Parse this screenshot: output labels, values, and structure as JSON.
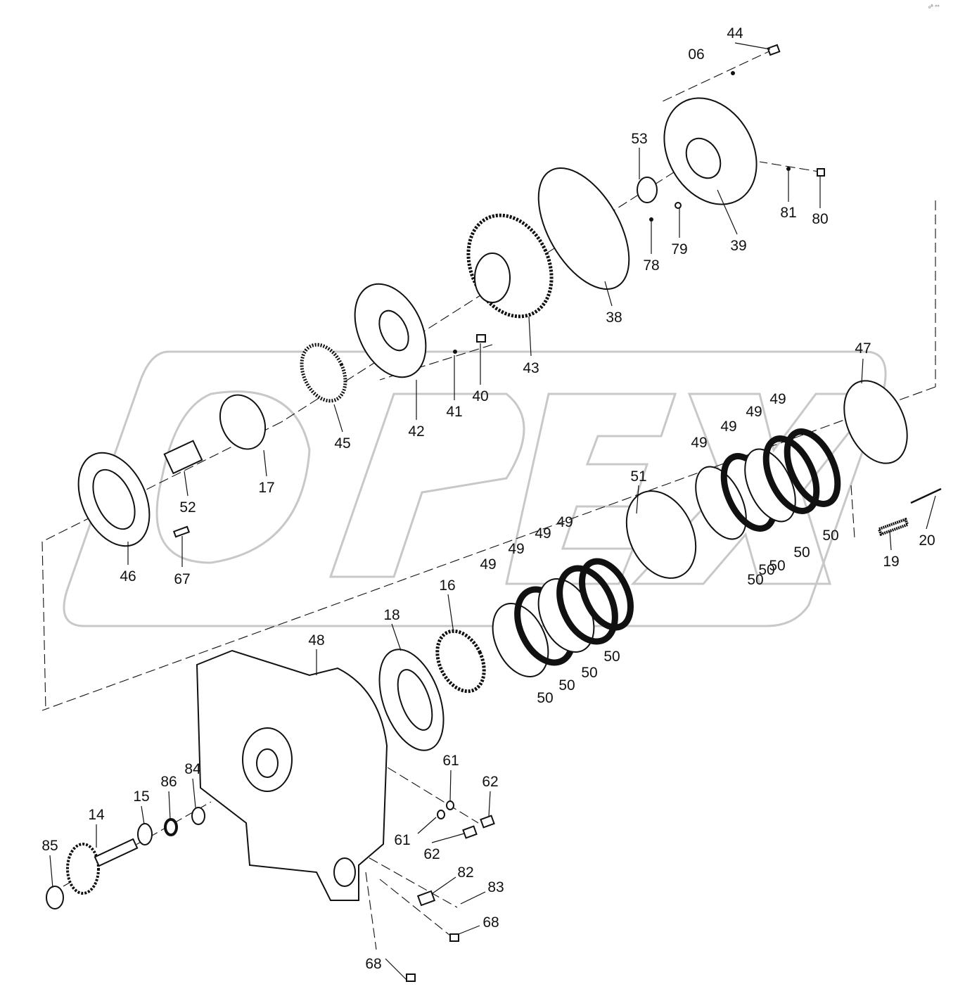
{
  "watermark": "OPEX",
  "corner_mark": "₀ᴮ ᵒᵒ",
  "callouts": [
    "44",
    "06",
    "53",
    "81",
    "80",
    "39",
    "78",
    "79",
    "38",
    "43",
    "40",
    "41",
    "42",
    "45",
    "17",
    "52",
    "46",
    "67",
    "47",
    "49",
    "49",
    "49",
    "49",
    "51",
    "50",
    "50",
    "50",
    "50",
    "50",
    "19",
    "20",
    "49",
    "49",
    "49",
    "49",
    "16",
    "50",
    "50",
    "50",
    "50",
    "18",
    "48",
    "61",
    "62",
    "61",
    "62",
    "86",
    "84",
    "15",
    "14",
    "85",
    "82",
    "83",
    "68",
    "68"
  ]
}
